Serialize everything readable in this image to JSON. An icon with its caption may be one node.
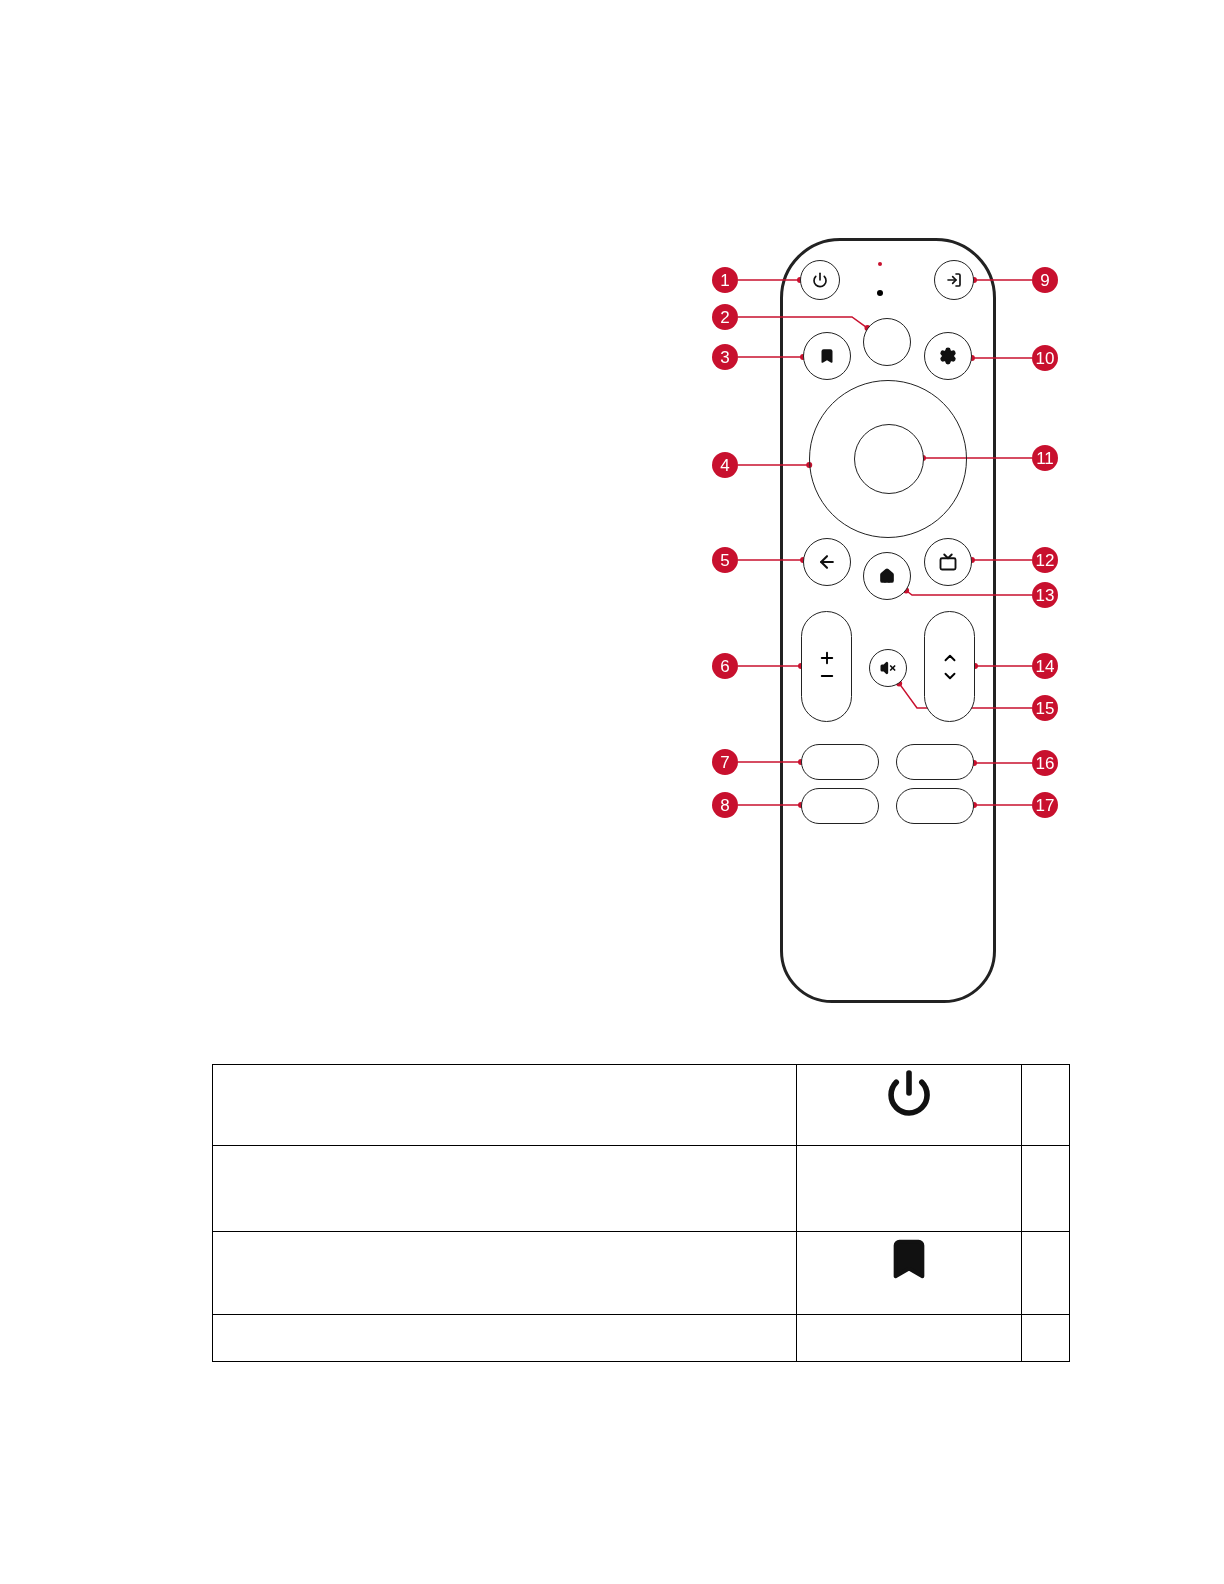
{
  "diagram": {
    "nodes": [
      {
        "text": [
          "1"
        ]
      },
      {
        "text": [
          "2"
        ]
      },
      {
        "text": [
          "3"
        ]
      },
      {
        "text": [
          "4"
        ]
      },
      {
        "text": [
          "5"
        ]
      },
      {
        "text": [
          "6"
        ]
      },
      {
        "text": [
          "7"
        ]
      },
      {
        "text": [
          "8"
        ]
      },
      {
        "text": [
          "9"
        ]
      },
      {
        "text": [
          "10"
        ]
      },
      {
        "text": [
          "11"
        ]
      },
      {
        "text": [
          "12"
        ]
      },
      {
        "text": [
          "13"
        ]
      },
      {
        "text": [
          "14"
        ]
      },
      {
        "text": [
          "15"
        ]
      },
      {
        "text": [
          "16"
        ]
      },
      {
        "text": [
          "17"
        ]
      },
      {
        "text": [],
        "shape": "circle"
      },
      {
        "text": [],
        "shape": "circle"
      },
      {
        "text": [],
        "shape": "circle"
      },
      {
        "text": [],
        "shape": "circle"
      },
      {
        "text": [],
        "shape": "circle"
      },
      {
        "text": [],
        "shape": "box"
      },
      {
        "text": [],
        "shape": "box"
      },
      {
        "text": [],
        "shape": "box"
      },
      {
        "text": [],
        "shape": "circle"
      },
      {
        "text": [],
        "shape": "circle"
      },
      {
        "text": [],
        "shape": "circle",
        "in": 20
      },
      {
        "text": [],
        "shape": "circle"
      },
      {
        "text": [],
        "shape": "circle"
      },
      {
        "text": [],
        "shape": "box"
      },
      {
        "text": [],
        "shape": "circle"
      },
      {
        "text": [],
        "shape": "box"
      },
      {
        "text": [],
        "shape": "box"
      }
    ],
    "edges": [
      {
        "from": 0,
        "to": 17,
        "arrow": "other"
      },
      {
        "from": 1,
        "to": 18,
        "arrow": "other"
      },
      {
        "from": 2,
        "to": 19,
        "arrow": "other"
      },
      {
        "from": 3,
        "to": 20,
        "arrow": "other"
      },
      {
        "from": 4,
        "to": 21,
        "arrow": "other"
      },
      {
        "from": 5,
        "to": 22,
        "arrow": "other"
      },
      {
        "from": 6,
        "to": 23,
        "arrow": "other"
      },
      {
        "from": 7,
        "to": 24,
        "arrow": "other"
      },
      {
        "from": 8,
        "to": 25,
        "arrow": "other"
      },
      {
        "from": 9,
        "to": 26,
        "arrow": "other"
      },
      {
        "from": 10,
        "to": 27,
        "arrow": "other"
      },
      {
        "from": 11,
        "to": 28,
        "arrow": "other"
      },
      {
        "from": 12,
        "to": 29,
        "arrow": "other"
      },
      {
        "from": 13,
        "to": 30,
        "arrow": "other"
      },
      {
        "from": 14,
        "to": 31,
        "arrow": "other"
      },
      {
        "from": 15,
        "to": 32,
        "arrow": "other"
      },
      {
        "from": 16,
        "to": 33,
        "arrow": "other"
      }
    ]
  }
}
